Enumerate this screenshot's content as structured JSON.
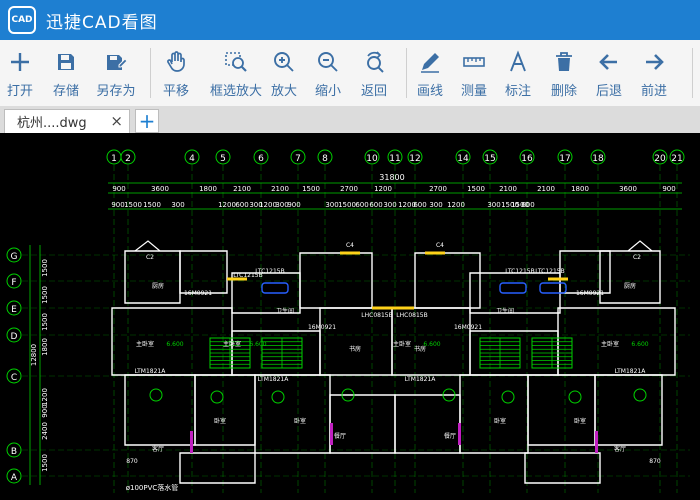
{
  "app": {
    "title": "迅捷CAD看图",
    "logo_text": "CAD"
  },
  "toolbar": {
    "items": [
      {
        "label": "打开",
        "icon": "plus-icon",
        "name": "open-button"
      },
      {
        "label": "存储",
        "icon": "save-icon",
        "name": "save-button"
      },
      {
        "label": "另存为",
        "icon": "save-as-icon",
        "name": "save-as-button"
      },
      {
        "label": "平移",
        "icon": "hand-icon",
        "name": "pan-button"
      },
      {
        "label": "框选放大",
        "icon": "box-zoom-icon",
        "name": "box-zoom-button"
      },
      {
        "label": "放大",
        "icon": "zoom-in-icon",
        "name": "zoom-in-button"
      },
      {
        "label": "缩小",
        "icon": "zoom-out-icon",
        "name": "zoom-out-button"
      },
      {
        "label": "返回",
        "icon": "back-view-icon",
        "name": "return-button"
      },
      {
        "label": "画线",
        "icon": "pencil-icon",
        "name": "draw-line-button"
      },
      {
        "label": "测量",
        "icon": "ruler-icon",
        "name": "measure-button"
      },
      {
        "label": "标注",
        "icon": "annotate-icon",
        "name": "annotate-button"
      },
      {
        "label": "删除",
        "icon": "trash-icon",
        "name": "delete-button"
      },
      {
        "label": "后退",
        "icon": "arrow-left-icon",
        "name": "undo-button"
      },
      {
        "label": "前进",
        "icon": "arrow-right-icon",
        "name": "redo-button"
      }
    ]
  },
  "tabs": [
    {
      "label": "杭州....dwg"
    }
  ],
  "drawing": {
    "top_axes": [
      "1",
      "2",
      "4",
      "5",
      "6",
      "7",
      "8",
      "10",
      "11",
      "12",
      "14",
      "15",
      "16",
      "17",
      "18",
      "20",
      "21"
    ],
    "left_axes": [
      "G",
      "F",
      "E",
      "D",
      "C",
      "B",
      "A"
    ],
    "overall_dim": "31800",
    "dims_row1": [
      "900",
      "3600",
      "1800",
      "2100",
      "2100",
      "1500",
      "2700",
      "1200",
      "2700",
      "1500",
      "2100",
      "2100",
      "1800",
      "3600",
      "900"
    ],
    "dims_row2": [
      "900",
      "1500",
      "1500",
      "300",
      "1200",
      "600",
      "300",
      "1200",
      "300",
      "900",
      "300",
      "1500",
      "600",
      "600",
      "300",
      "1200",
      "600",
      "300",
      "1200",
      "300",
      "1500",
      "1500",
      "600"
    ],
    "left_dims": [
      "1500",
      "1500",
      "1500",
      "1800",
      "12800",
      "1200",
      "900",
      "2400",
      "1500"
    ],
    "room_labels": [
      "主卧室",
      "6.600",
      "主卧室",
      "6.600",
      "主卧室",
      "6.600",
      "主卧室",
      "6.600",
      "卧室",
      "卧室",
      "卧室",
      "卧室",
      "客厅",
      "客厅",
      "书房",
      "书房",
      "卫生间",
      "卫生间",
      "厨房",
      "厨房",
      "餐厅",
      "餐厅"
    ],
    "door_labels": [
      "C2",
      "C4",
      "C4",
      "C2",
      "LTC1215B",
      "LTC1215B",
      "LTC1215B",
      "LTC1215B",
      "LHC0815B",
      "LHC0815B",
      "LTM1821A",
      "LTM1821A",
      "LTM1821A",
      "LTM1821A",
      "16M0921",
      "16M0921",
      "16M0921",
      "16M0921",
      "870",
      "870"
    ],
    "note": "ø100PVC落水管",
    "colors": {
      "grid_line": "#00d000",
      "wall": "#ffffff",
      "dim_text": "#ffffff",
      "accent": "#1e7fd1",
      "window": "#ffd21a",
      "door_magenta": "#c020c0",
      "fixture": "#2860ff"
    }
  }
}
